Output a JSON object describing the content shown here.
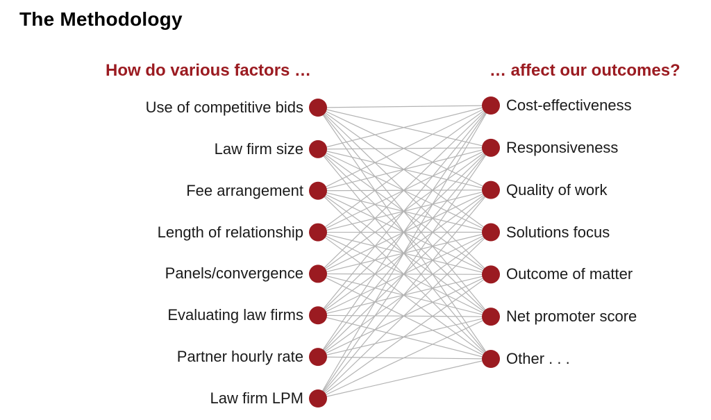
{
  "slide": {
    "title": "The Methodology"
  },
  "diagram": {
    "left_header": "How do various factors …",
    "right_header": "… affect our outcomes?",
    "factors": [
      "Use of competitive bids",
      "Law firm size",
      "Fee arrangement",
      "Length of relationship",
      "Panels/convergence",
      "Evaluating law firms",
      "Partner hourly rate",
      "Law firm LPM"
    ],
    "outcomes": [
      "Cost-effectiveness",
      "Responsiveness",
      "Quality of work",
      "Solutions focus",
      "Outcome of matter",
      "Net promoter score",
      "Other . . ."
    ],
    "connections": "complete-bipartite",
    "colors": {
      "node": "#9b1b21",
      "header_text": "#9b1b21",
      "line": "#b3b3b3",
      "title_text": "#000000"
    }
  }
}
